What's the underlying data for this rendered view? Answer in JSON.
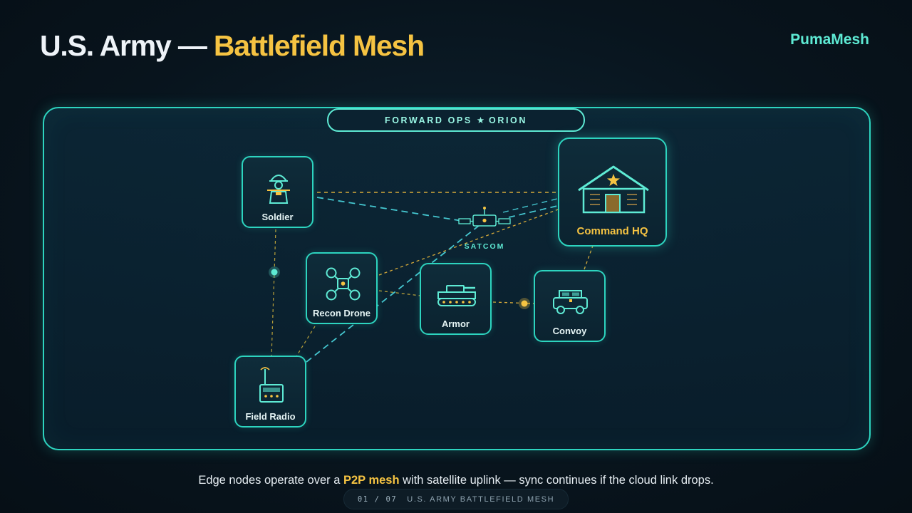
{
  "header": {
    "title_prefix": "U.S. Army — ",
    "title_accent": "Battlefield Mesh",
    "brand": "PumaMesh"
  },
  "panel": {
    "label_left": "FORWARD OPS",
    "label_star": "★",
    "label_right": "ORION"
  },
  "nodes": {
    "soldier": "Soldier",
    "command_hq": "Command HQ",
    "recon_drone": "Recon Drone",
    "armor": "Armor",
    "convoy": "Convoy",
    "field_radio": "Field Radio",
    "satcom": "SATCOM"
  },
  "caption": {
    "before": "Edge nodes operate over a ",
    "highlight": "P2P mesh",
    "after": " with satellite uplink — sync continues if the cloud link drops."
  },
  "footer": {
    "page": "01 / 07",
    "label": "U.S. ARMY BATTLEFIELD MESH"
  },
  "colors": {
    "accent_gold": "#f5c342",
    "accent_teal": "#2dd4bf",
    "background": "#08141d"
  }
}
